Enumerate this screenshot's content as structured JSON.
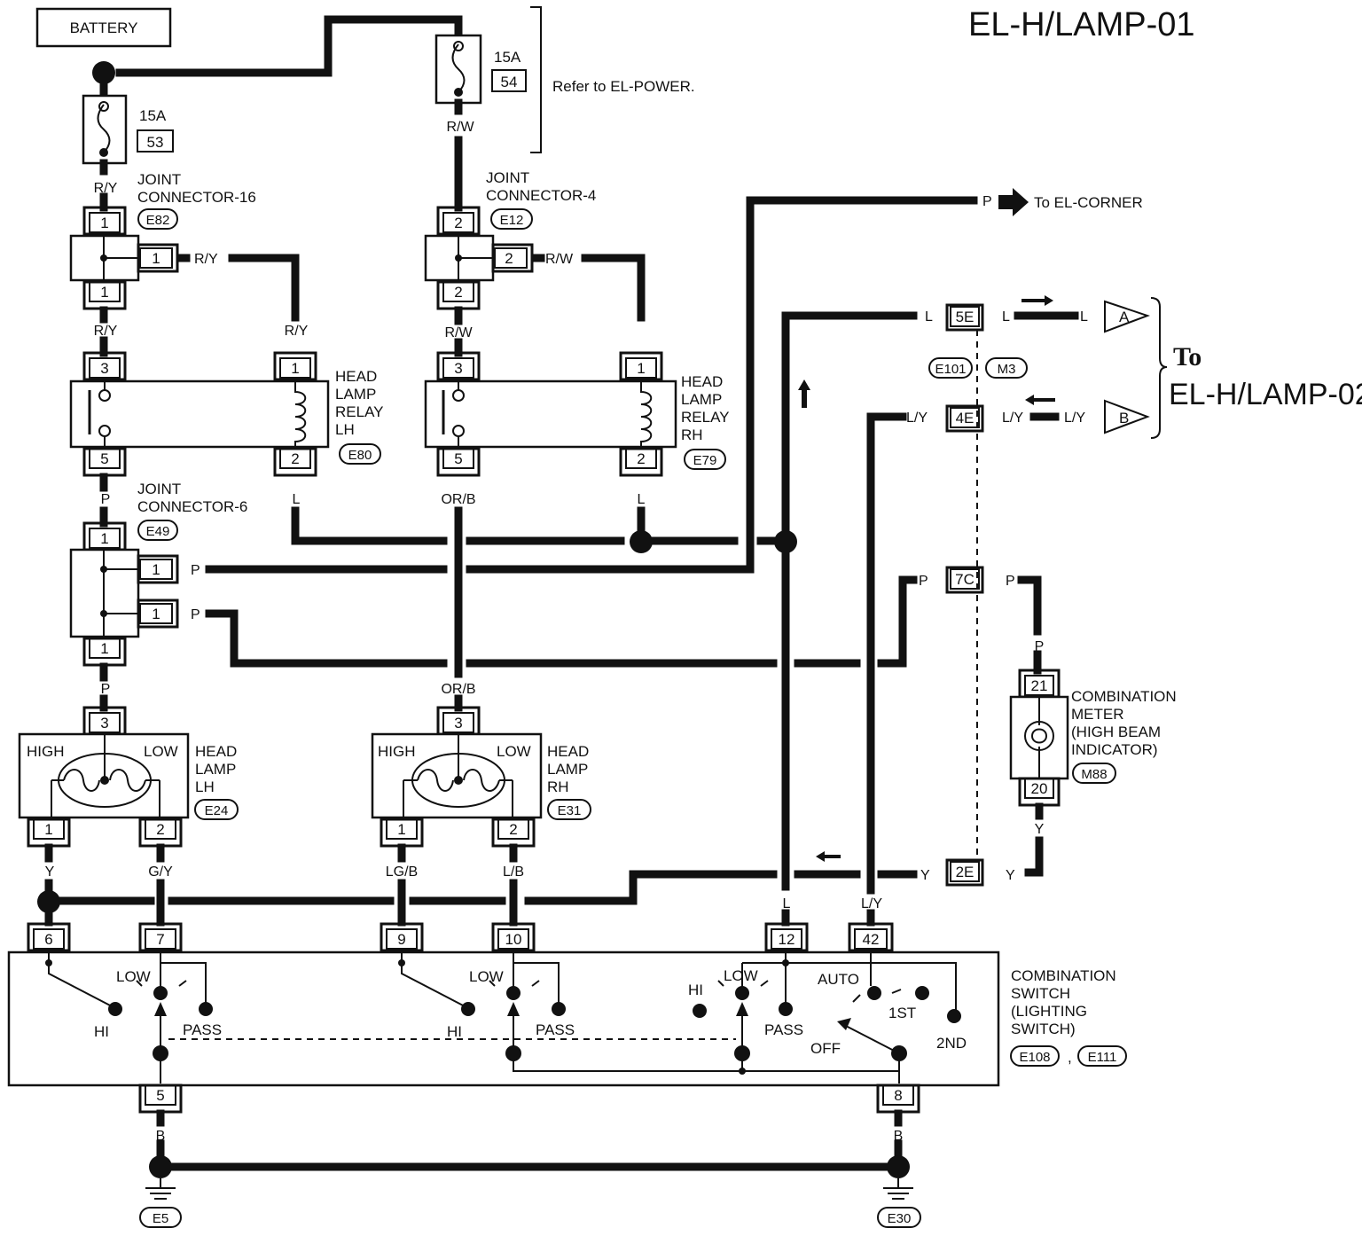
{
  "page": {
    "title": "EL-H/LAMP-01",
    "to_label": "To",
    "to_target": "EL-H/LAMP-02",
    "refer_note": "Refer to EL-POWER."
  },
  "battery": {
    "label": "BATTERY"
  },
  "fuses": [
    {
      "rating": "15A",
      "number": "53"
    },
    {
      "rating": "15A",
      "number": "54"
    }
  ],
  "joint_connectors": [
    {
      "name_line1": "JOINT",
      "name_line2": "CONNECTOR-16",
      "code": "E82"
    },
    {
      "name_line1": "JOINT",
      "name_line2": "CONNECTOR-4",
      "code": "E12"
    },
    {
      "name_line1": "JOINT",
      "name_line2": "CONNECTOR-6",
      "code": "E49"
    }
  ],
  "relays": [
    {
      "line1": "HEAD",
      "line2": "LAMP",
      "line3": "RELAY",
      "line4": "LH",
      "code": "E80"
    },
    {
      "line1": "HEAD",
      "line2": "LAMP",
      "line3": "RELAY",
      "line4": "RH",
      "code": "E79"
    }
  ],
  "headlamps": [
    {
      "line1": "HEAD",
      "line2": "LAMP",
      "line3": "LH",
      "code": "E24",
      "high": "HIGH",
      "low": "LOW"
    },
    {
      "line1": "HEAD",
      "line2": "LAMP",
      "line3": "RH",
      "code": "E31",
      "high": "HIGH",
      "low": "LOW"
    }
  ],
  "meter": {
    "line1": "COMBINATION",
    "line2": "METER",
    "line3": "(HIGH BEAM",
    "line4": "INDICATOR)",
    "code": "M88",
    "pin_top": "21",
    "pin_bottom": "20"
  },
  "switch": {
    "line1": "COMBINATION",
    "line2": "SWITCH",
    "line3": "(LIGHTING",
    "line4": "SWITCH)",
    "code1": "E108",
    "code2": "E111",
    "sep": ",",
    "pos_hi": "HI",
    "pos_low": "LOW",
    "pos_pass": "PASS",
    "pos_auto": "AUTO",
    "pos_1st": "1ST",
    "pos_2nd": "2ND",
    "pos_off": "OFF"
  },
  "inline_connectors": {
    "left_code": "E101",
    "right_code": "M3",
    "pins": [
      "5E",
      "4E",
      "7C",
      "2E"
    ]
  },
  "offpage": {
    "a": "A",
    "b": "B",
    "corner_target": "To EL-CORNER"
  },
  "grounds": [
    "E5",
    "E30"
  ],
  "pins": {
    "jc16_top": "1",
    "jc16_side": "1",
    "jc16_bot": "1",
    "jc4_top": "2",
    "jc4_side": "2",
    "jc4_bot": "2",
    "rlh_3": "3",
    "rlh_1": "1",
    "rlh_5": "5",
    "rlh_2": "2",
    "rrh_3": "3",
    "rrh_1": "1",
    "rrh_5": "5",
    "rrh_2": "2",
    "jc6_top": "1",
    "jc6_side1": "1",
    "jc6_side2": "1",
    "jc6_bot": "1",
    "hlh_3": "3",
    "hlh_1": "1",
    "hlh_2": "2",
    "hrh_3": "3",
    "hrh_1": "1",
    "hrh_2": "2",
    "sw_6": "6",
    "sw_7": "7",
    "sw_9": "9",
    "sw_10": "10",
    "sw_12": "12",
    "sw_42": "42",
    "sw_5": "5",
    "sw_8": "8"
  },
  "wires": {
    "ry": "R/Y",
    "rw": "R/W",
    "p": "P",
    "l": "L",
    "orb": "OR/B",
    "y": "Y",
    "gy": "G/Y",
    "lgb": "LG/B",
    "lb": "L/B",
    "ly": "L/Y",
    "b": "B"
  }
}
